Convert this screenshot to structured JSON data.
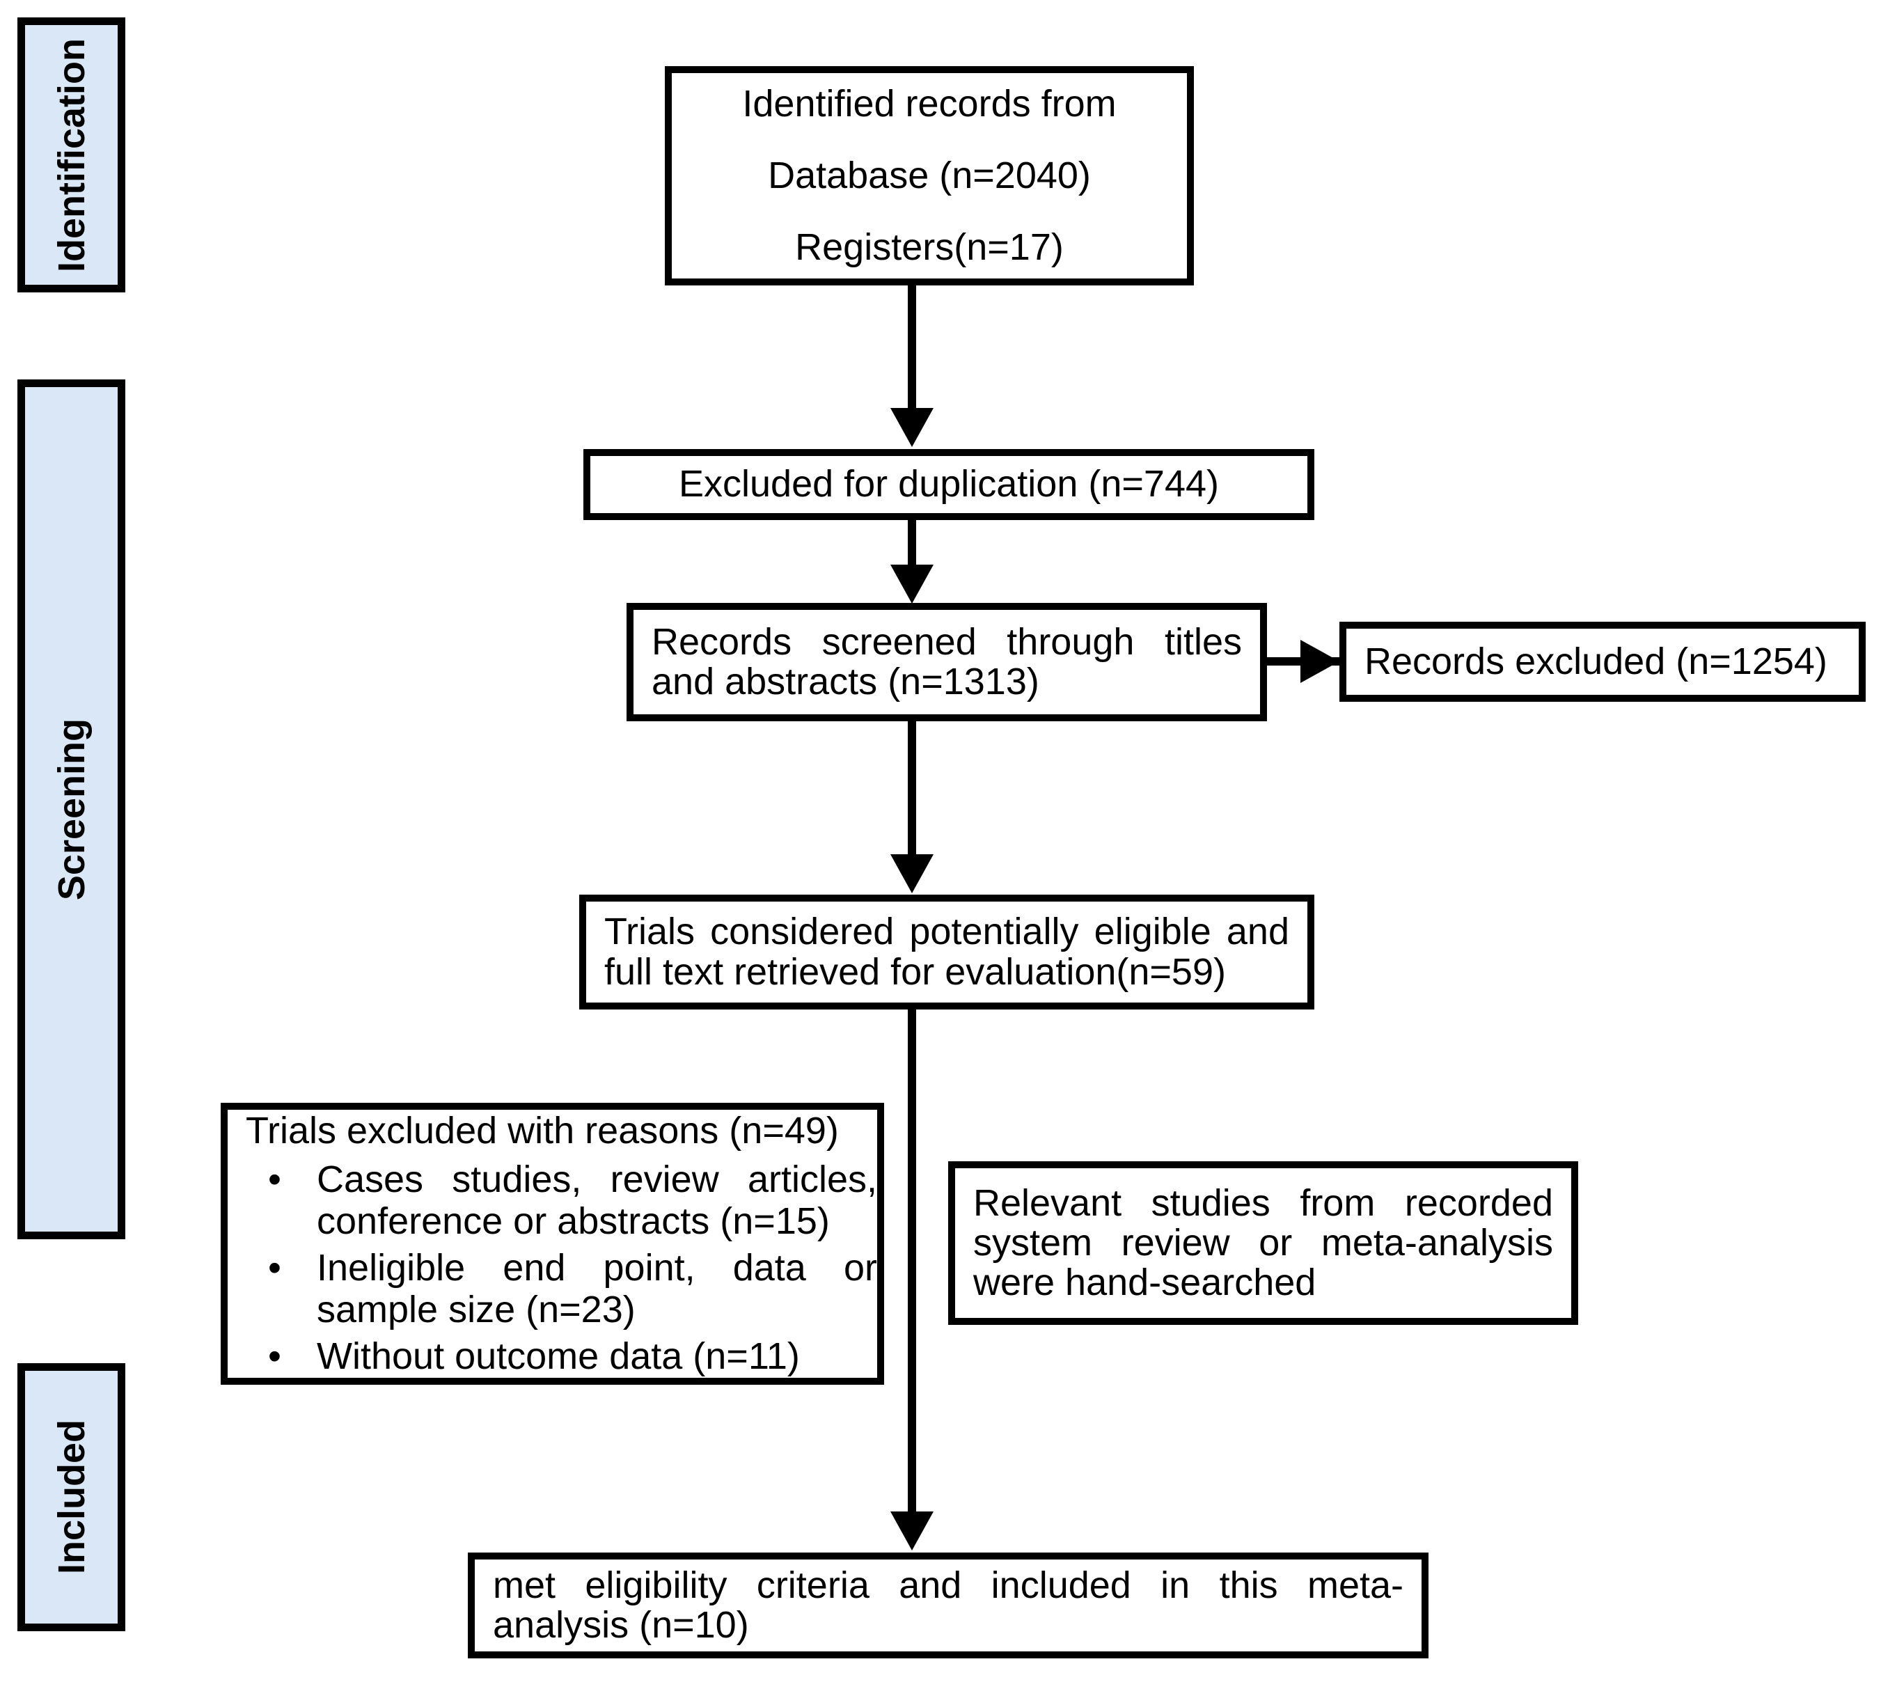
{
  "diagram": {
    "type": "prisma-flow-diagram",
    "colors": {
      "stage_fill": "#d9e7f7",
      "border": "#000000",
      "box_fill": "#ffffff",
      "text": "#000000"
    }
  },
  "stages": [
    {
      "id": "identification",
      "label": "Identification"
    },
    {
      "id": "screening",
      "label": "Screening"
    },
    {
      "id": "included",
      "label": "Included"
    }
  ],
  "boxes": {
    "identified_records": {
      "lines": [
        "Identified records from",
        "Database (n=2040)",
        "Registers(n=17)"
      ]
    },
    "excluded_duplication": {
      "text": "Excluded for duplication (n=744)"
    },
    "records_screened": {
      "text": "Records screened through titles and abstracts (n=1313)"
    },
    "records_excluded": {
      "text": "Records excluded (n=1254)"
    },
    "trials_eligible": {
      "text": "Trials considered potentially eligible and full text retrieved for evaluation(n=59)"
    },
    "trials_excluded": {
      "title": "Trials excluded with reasons (n=49)",
      "bullet_glyph": "•",
      "items": [
        "Cases studies, review articles, conference or abstracts (n=15)",
        "Ineligible end point, data or sample size (n=23)",
        "Without outcome data (n=11)"
      ]
    },
    "hand_searched": {
      "text": "Relevant studies from recorded system review or meta-analysis were hand-searched"
    },
    "included_final": {
      "text": "met eligibility criteria and included in this meta-analysis (n=10)"
    }
  },
  "counts": {
    "database_records": 2040,
    "register_records": 17,
    "duplicates_excluded": 744,
    "records_screened": 1313,
    "records_excluded": 1254,
    "full_text_assessed": 59,
    "full_text_excluded": 49,
    "excluded_case_review_conf": 15,
    "excluded_ineligible_endpoint": 23,
    "excluded_no_outcome_data": 11,
    "studies_included": 10
  }
}
